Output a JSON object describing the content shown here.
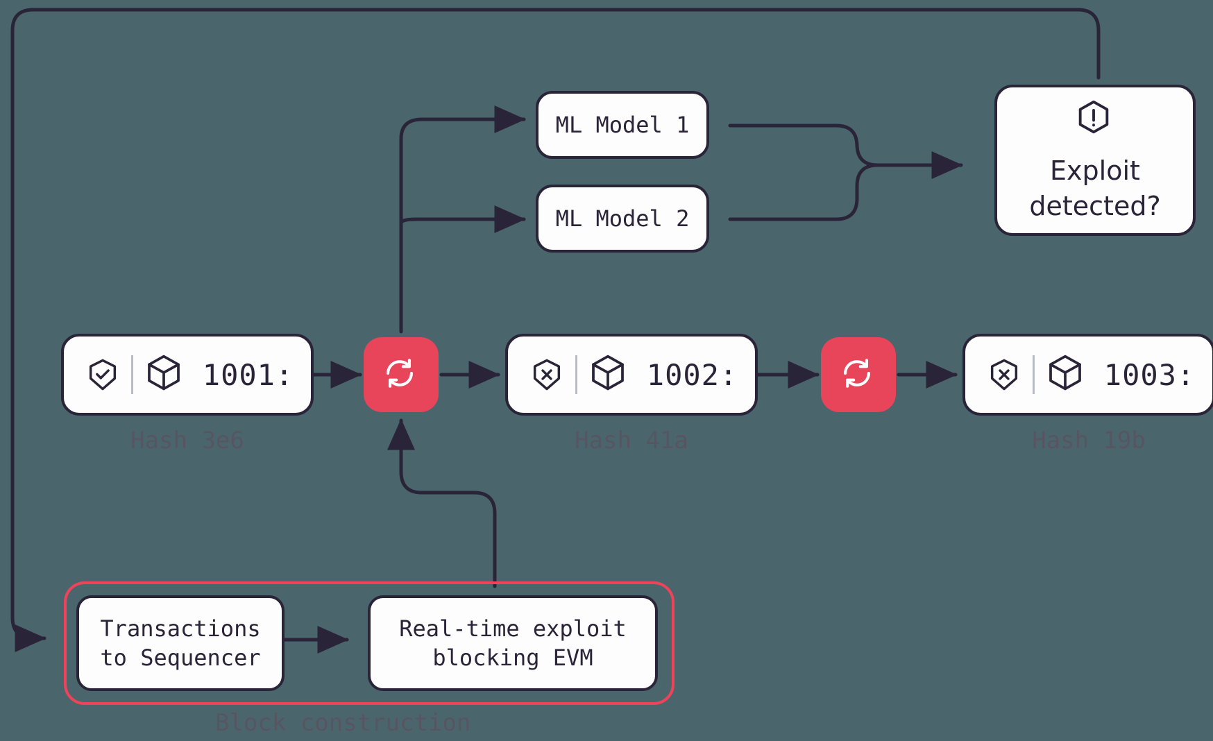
{
  "canvas": {
    "bg": "#4a666c",
    "stroke": "#2a2438",
    "accent": "#e8445a",
    "group_stroke": "#f0435a"
  },
  "blocks": [
    {
      "id": "block-1001",
      "number": "1001:",
      "status_icon": "shield-check-icon",
      "hash_label": "Hash 3e6"
    },
    {
      "id": "block-1002",
      "number": "1002:",
      "status_icon": "shield-x-icon",
      "hash_label": "Hash 41a"
    },
    {
      "id": "block-1003",
      "number": "1003:",
      "status_icon": "shield-x-icon",
      "hash_label": "Hash 19b"
    }
  ],
  "ml_models": [
    {
      "label": "ML Model 1"
    },
    {
      "label": "ML Model 2"
    }
  ],
  "exploit": {
    "icon": "alert-hexagon-icon",
    "line1": "Exploit",
    "line2": "detected?"
  },
  "refresh": {
    "icon": "refresh-icon",
    "count": 2
  },
  "block_construction": {
    "caption": "Block construction",
    "steps": [
      {
        "label": "Transactions\nto Sequencer"
      },
      {
        "label": "Real-time exploit\nblocking EVM"
      }
    ]
  }
}
